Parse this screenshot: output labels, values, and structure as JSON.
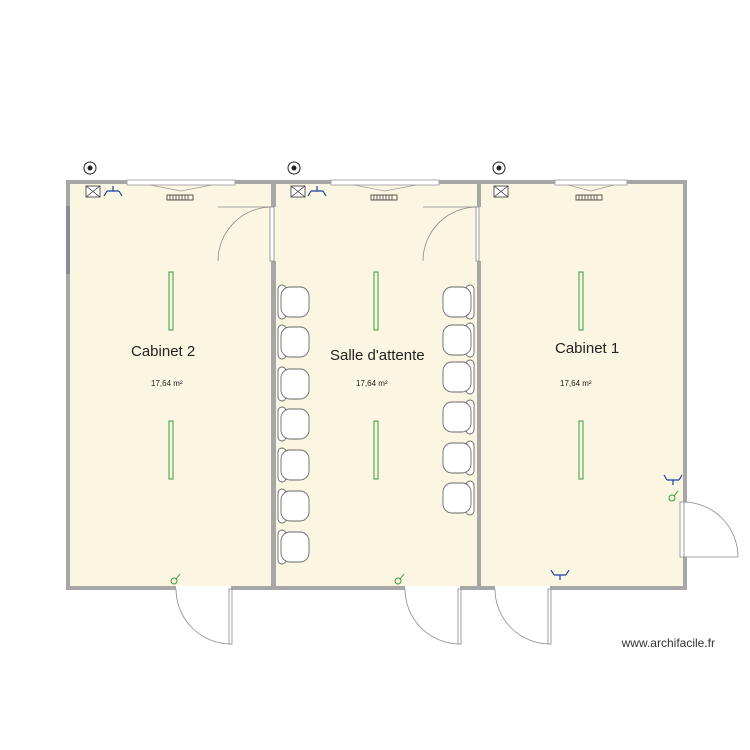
{
  "rooms": [
    {
      "name": "Cabinet 2",
      "area": "17,64 m²"
    },
    {
      "name": "Salle d'attente",
      "area": "17,64 m²"
    },
    {
      "name": "Cabinet 1",
      "area": "17,64 m²"
    }
  ],
  "watermark": "www.archifacile.fr",
  "symbols": {
    "light": "ceiling-light-icon",
    "chair": "chair-icon",
    "switch": "light-switch-icon",
    "outlet": "power-outlet-icon",
    "sensor": "smoke-detector-icon",
    "vent": "ventilation-icon",
    "radiator": "radiator-icon"
  },
  "colors": {
    "floor": "#faf6e1",
    "wall": "#a7a7a7",
    "light": "#3a9a3a",
    "outlet": "#1b3fa0"
  }
}
